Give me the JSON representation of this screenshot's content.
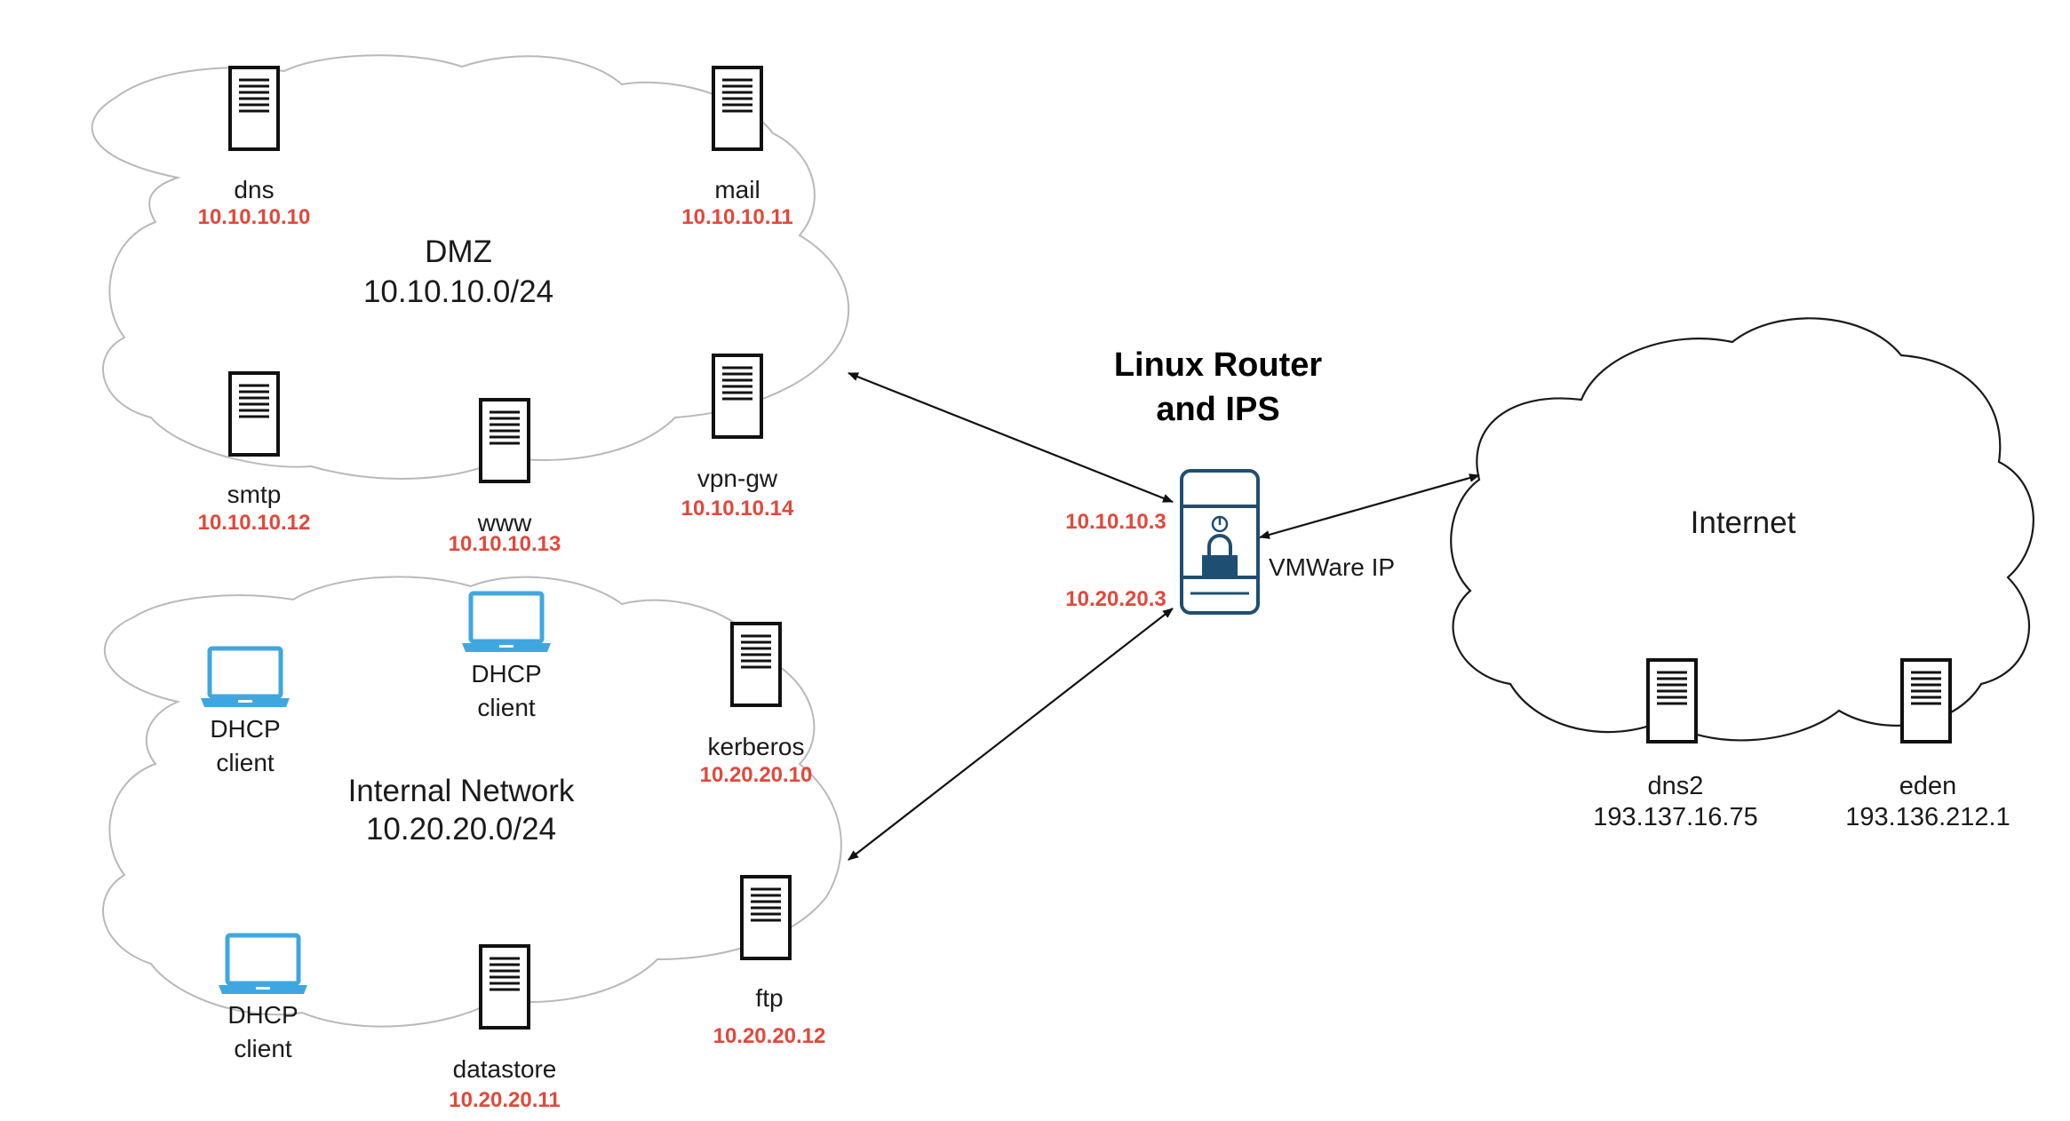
{
  "networks": {
    "dmz": {
      "name": "DMZ",
      "cidr": "10.10.10.0/24"
    },
    "internal": {
      "name": "Internal Network",
      "cidr": "10.20.20.0/24"
    },
    "internet": {
      "name": "Internet"
    }
  },
  "router": {
    "title_line1": "Linux Router",
    "title_line2": "and IPS",
    "ip_dmz": "10.10.10.3",
    "ip_internal": "10.20.20.3",
    "ip_external": "VMWare IP"
  },
  "dmz_hosts": {
    "dns": {
      "name": "dns",
      "ip": "10.10.10.10"
    },
    "mail": {
      "name": "mail",
      "ip": "10.10.10.11"
    },
    "smtp": {
      "name": "smtp",
      "ip": "10.10.10.12"
    },
    "www": {
      "name": "www",
      "ip": "10.10.10.13"
    },
    "vpngw": {
      "name": "vpn-gw",
      "ip": "10.10.10.14"
    }
  },
  "internal_hosts": {
    "kerberos": {
      "name": "kerberos",
      "ip": "10.20.20.10"
    },
    "datastore": {
      "name": "datastore",
      "ip": "10.20.20.11"
    },
    "ftp": {
      "name": "ftp",
      "ip": "10.20.20.12"
    }
  },
  "clients": {
    "c1": {
      "line1": "DHCP",
      "line2": "client"
    },
    "c2": {
      "line1": "DHCP",
      "line2": "client"
    },
    "c3": {
      "line1": "DHCP",
      "line2": "client"
    }
  },
  "internet_hosts": {
    "dns2": {
      "name": "dns2",
      "ip": "193.137.16.75"
    },
    "eden": {
      "name": "eden",
      "ip": "193.136.212.1"
    }
  },
  "colors": {
    "ip_text": "#e2483a",
    "laptop": "#3fa7e0",
    "router": "#1f4e73",
    "cloud_light": "#b9b9b9",
    "cloud_dark": "#1a1a1a"
  },
  "icons": {
    "server": "server-icon",
    "laptop": "laptop-icon",
    "router": "router-lock-icon"
  }
}
